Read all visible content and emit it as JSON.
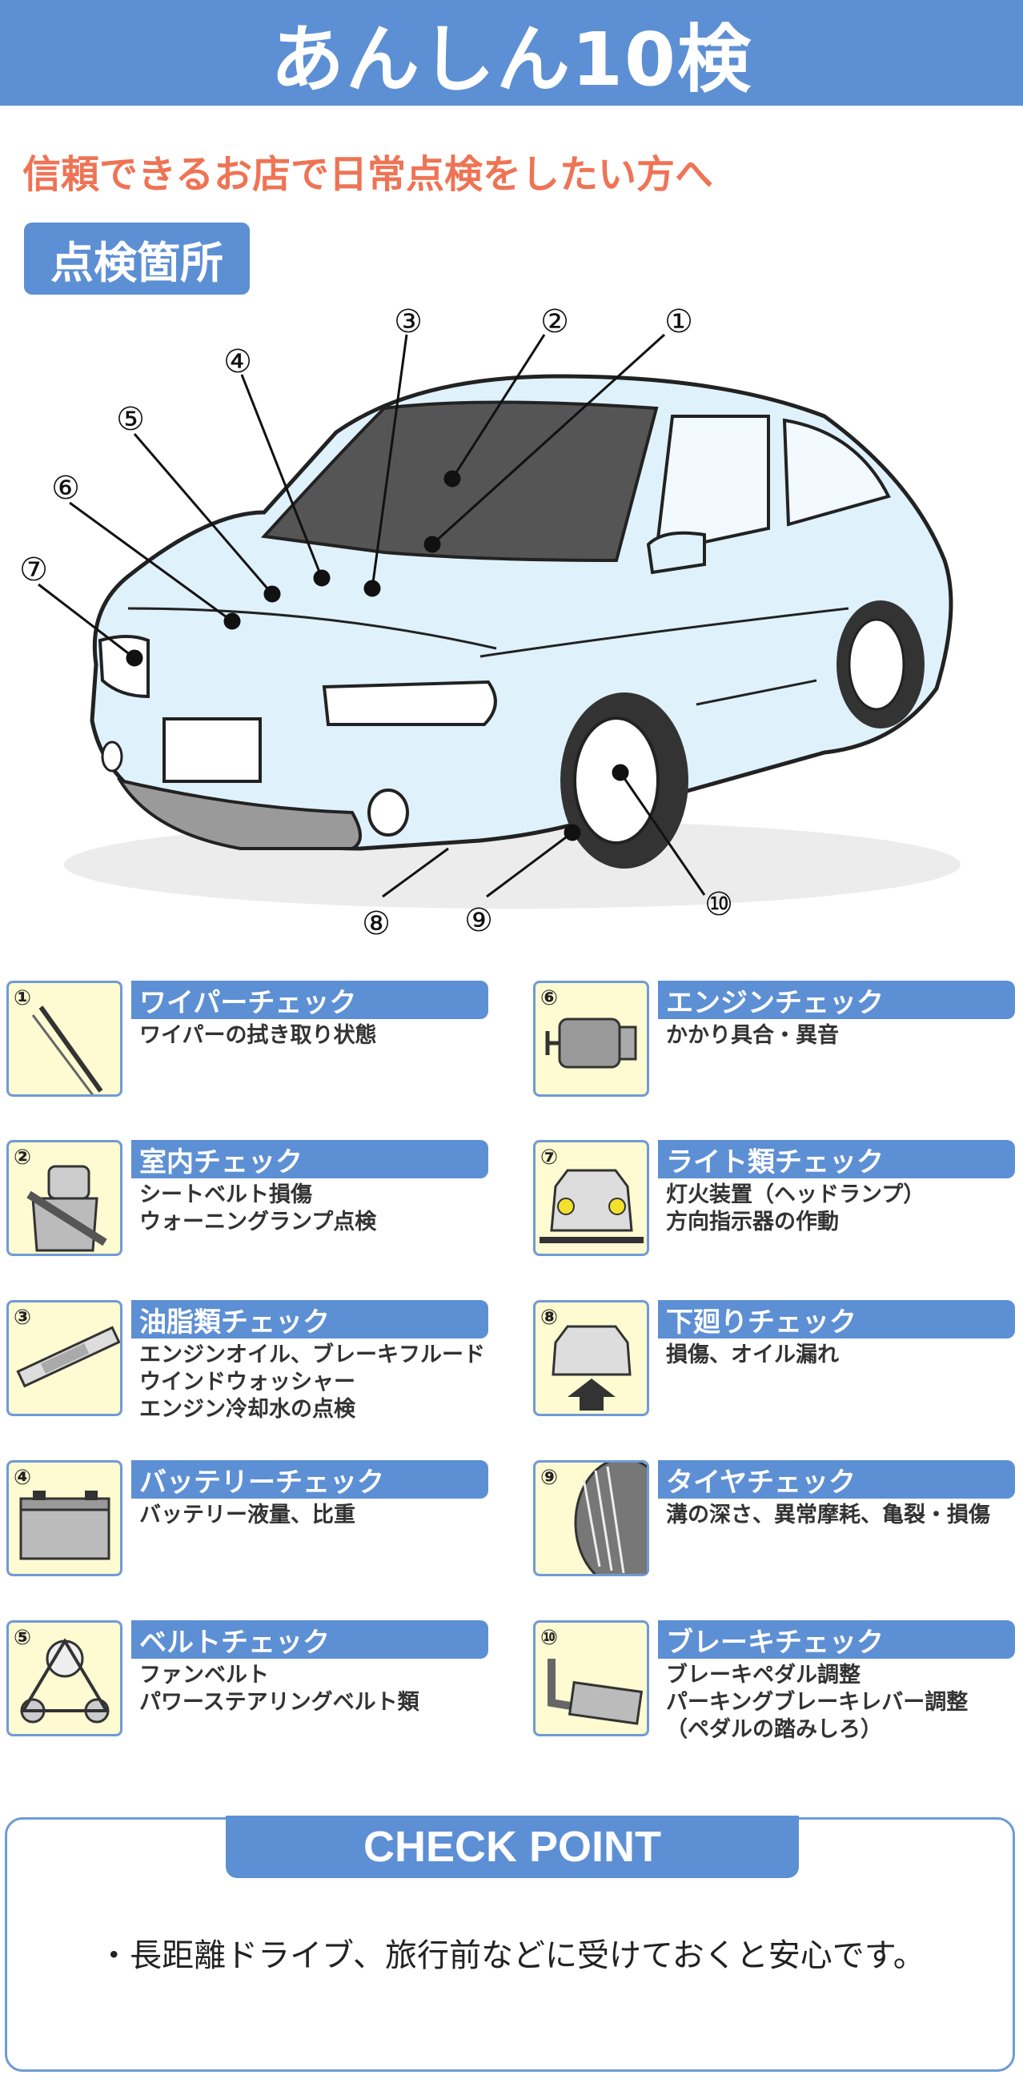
{
  "header": {
    "title": "あんしん10検",
    "subtitle": "信頼できるお店で日常点検をしたい方へ",
    "section_label": "点検箇所"
  },
  "diagram": {
    "callouts": [
      "①",
      "②",
      "③",
      "④",
      "⑤",
      "⑥",
      "⑦",
      "⑧",
      "⑨",
      "⑩"
    ]
  },
  "items": [
    {
      "num": "①",
      "title": "ワイパーチェック",
      "desc": "ワイパーの拭き取り状態",
      "icon": "wiper-icon"
    },
    {
      "num": "②",
      "title": "室内チェック",
      "desc": "シートベルト損傷\nウォーニングランプ点検",
      "icon": "seatbelt-icon"
    },
    {
      "num": "③",
      "title": "油脂類チェック",
      "desc": "エンジンオイル、ブレーキフルード\nウインドウォッシャー\nエンジン冷却水の点検",
      "icon": "dipstick-icon"
    },
    {
      "num": "④",
      "title": "バッテリーチェック",
      "desc": "バッテリー液量、比重",
      "icon": "battery-icon"
    },
    {
      "num": "⑤",
      "title": "ベルトチェック",
      "desc": "ファンベルト\nパワーステアリングベルト類",
      "icon": "belt-pulley-icon"
    },
    {
      "num": "⑥",
      "title": "エンジンチェック",
      "desc": "かかり具合・異音",
      "icon": "engine-icon"
    },
    {
      "num": "⑦",
      "title": "ライト類チェック",
      "desc": "灯火装置（ヘッドランプ）\n方向指示器の作動",
      "icon": "headlight-car-icon"
    },
    {
      "num": "⑧",
      "title": "下廻りチェック",
      "desc": "損傷、オイル漏れ",
      "icon": "undercarriage-icon"
    },
    {
      "num": "⑨",
      "title": "タイヤチェック",
      "desc": "溝の深さ、異常摩耗、亀裂・損傷",
      "icon": "tire-icon"
    },
    {
      "num": "⑩",
      "title": "ブレーキチェック",
      "desc": "ブレーキペダル調整\nパーキングブレーキレバー調整\n（ペダルの踏みしろ）",
      "icon": "brake-pedal-icon"
    }
  ],
  "check_point": {
    "title": "CHECK POINT",
    "text": "・長距離ドライブ、旅行前などに受けておくと安心です。"
  },
  "colors": {
    "accent": "#5d8fd4",
    "subtitle": "#ee7455",
    "card_bg": "#fefbd2",
    "car_body": "#dff1fb"
  }
}
